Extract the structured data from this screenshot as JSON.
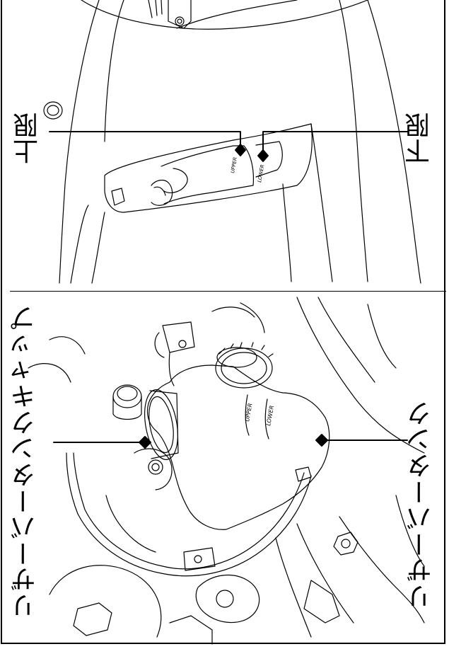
{
  "labels": {
    "upper_limit": "上限",
    "lower_limit": "下限",
    "reservoir_tank_cap": "リザーバータンクキャップ",
    "reservoir_tank": "リザーバータンク"
  },
  "engraved": {
    "upper": "UPPER",
    "lower": "LOWER"
  },
  "colors": {
    "line": "#000000",
    "background": "#ffffff"
  }
}
